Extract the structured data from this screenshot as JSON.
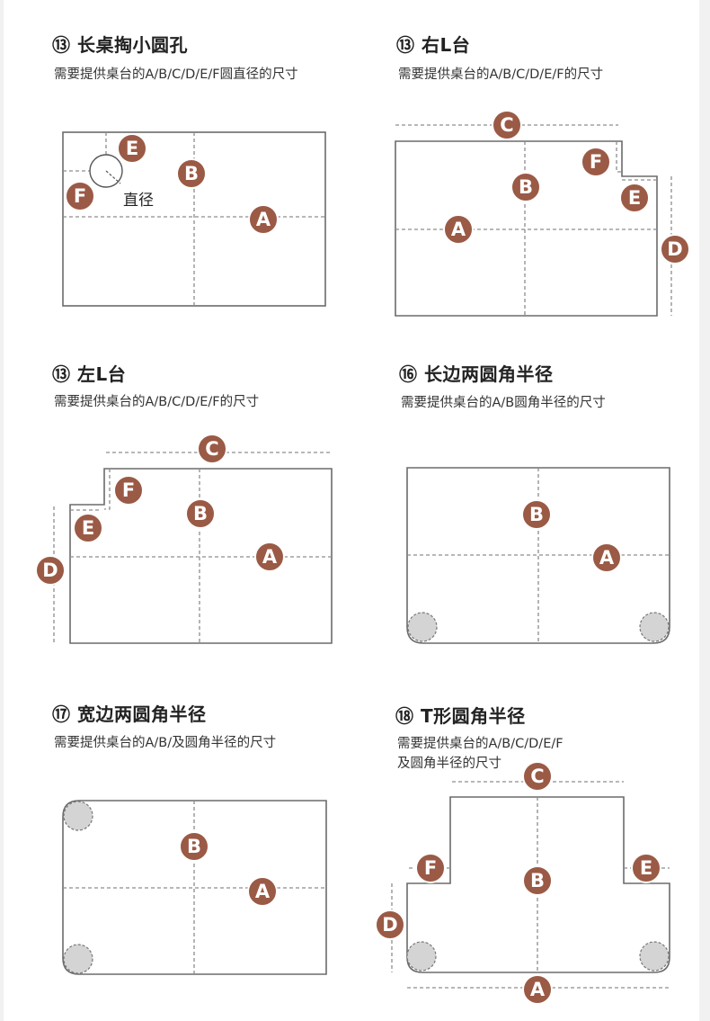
{
  "sections": [
    {
      "number": "⑬",
      "title": "长桌掏小圆孔",
      "desc": [
        "需要提供桌台的A/B/C/D/E/F圆直径的尺寸"
      ],
      "hole_label": "直径",
      "badges": [
        "E",
        "B",
        "F",
        "A"
      ]
    },
    {
      "number": "⑬",
      "title": "右L台",
      "desc": [
        "需要提供桌台的A/B/C/D/E/F的尺寸"
      ],
      "badges": [
        "C",
        "F",
        "B",
        "E",
        "A",
        "D"
      ]
    },
    {
      "number": "⑬",
      "title": "左L台",
      "desc": [
        "需要提供桌台的A/B/C/D/E/F的尺寸"
      ],
      "badges": [
        "C",
        "F",
        "B",
        "E",
        "A",
        "D"
      ]
    },
    {
      "number": "⑯",
      "title": "长边两圆角半径",
      "desc": [
        "需要提供桌台的A/B圆角半径的尺寸"
      ],
      "badges": [
        "B",
        "A"
      ]
    },
    {
      "number": "⑰",
      "title": "宽边两圆角半径",
      "desc": [
        "需要提供桌台的A/B/及圆角半径的尺寸"
      ],
      "badges": [
        "B",
        "A"
      ]
    },
    {
      "number": "⑱",
      "title": "T形圆角半径",
      "desc": [
        "需要提供桌台的A/B/C/D/E/F",
        "及圆角半径的尺寸"
      ],
      "badges": [
        "C",
        "F",
        "E",
        "B",
        "D",
        "A"
      ]
    }
  ],
  "colors": {
    "badge": "#9a5a45",
    "outline": "#6b6b6b",
    "corner_fill": "#d4d4d4"
  }
}
